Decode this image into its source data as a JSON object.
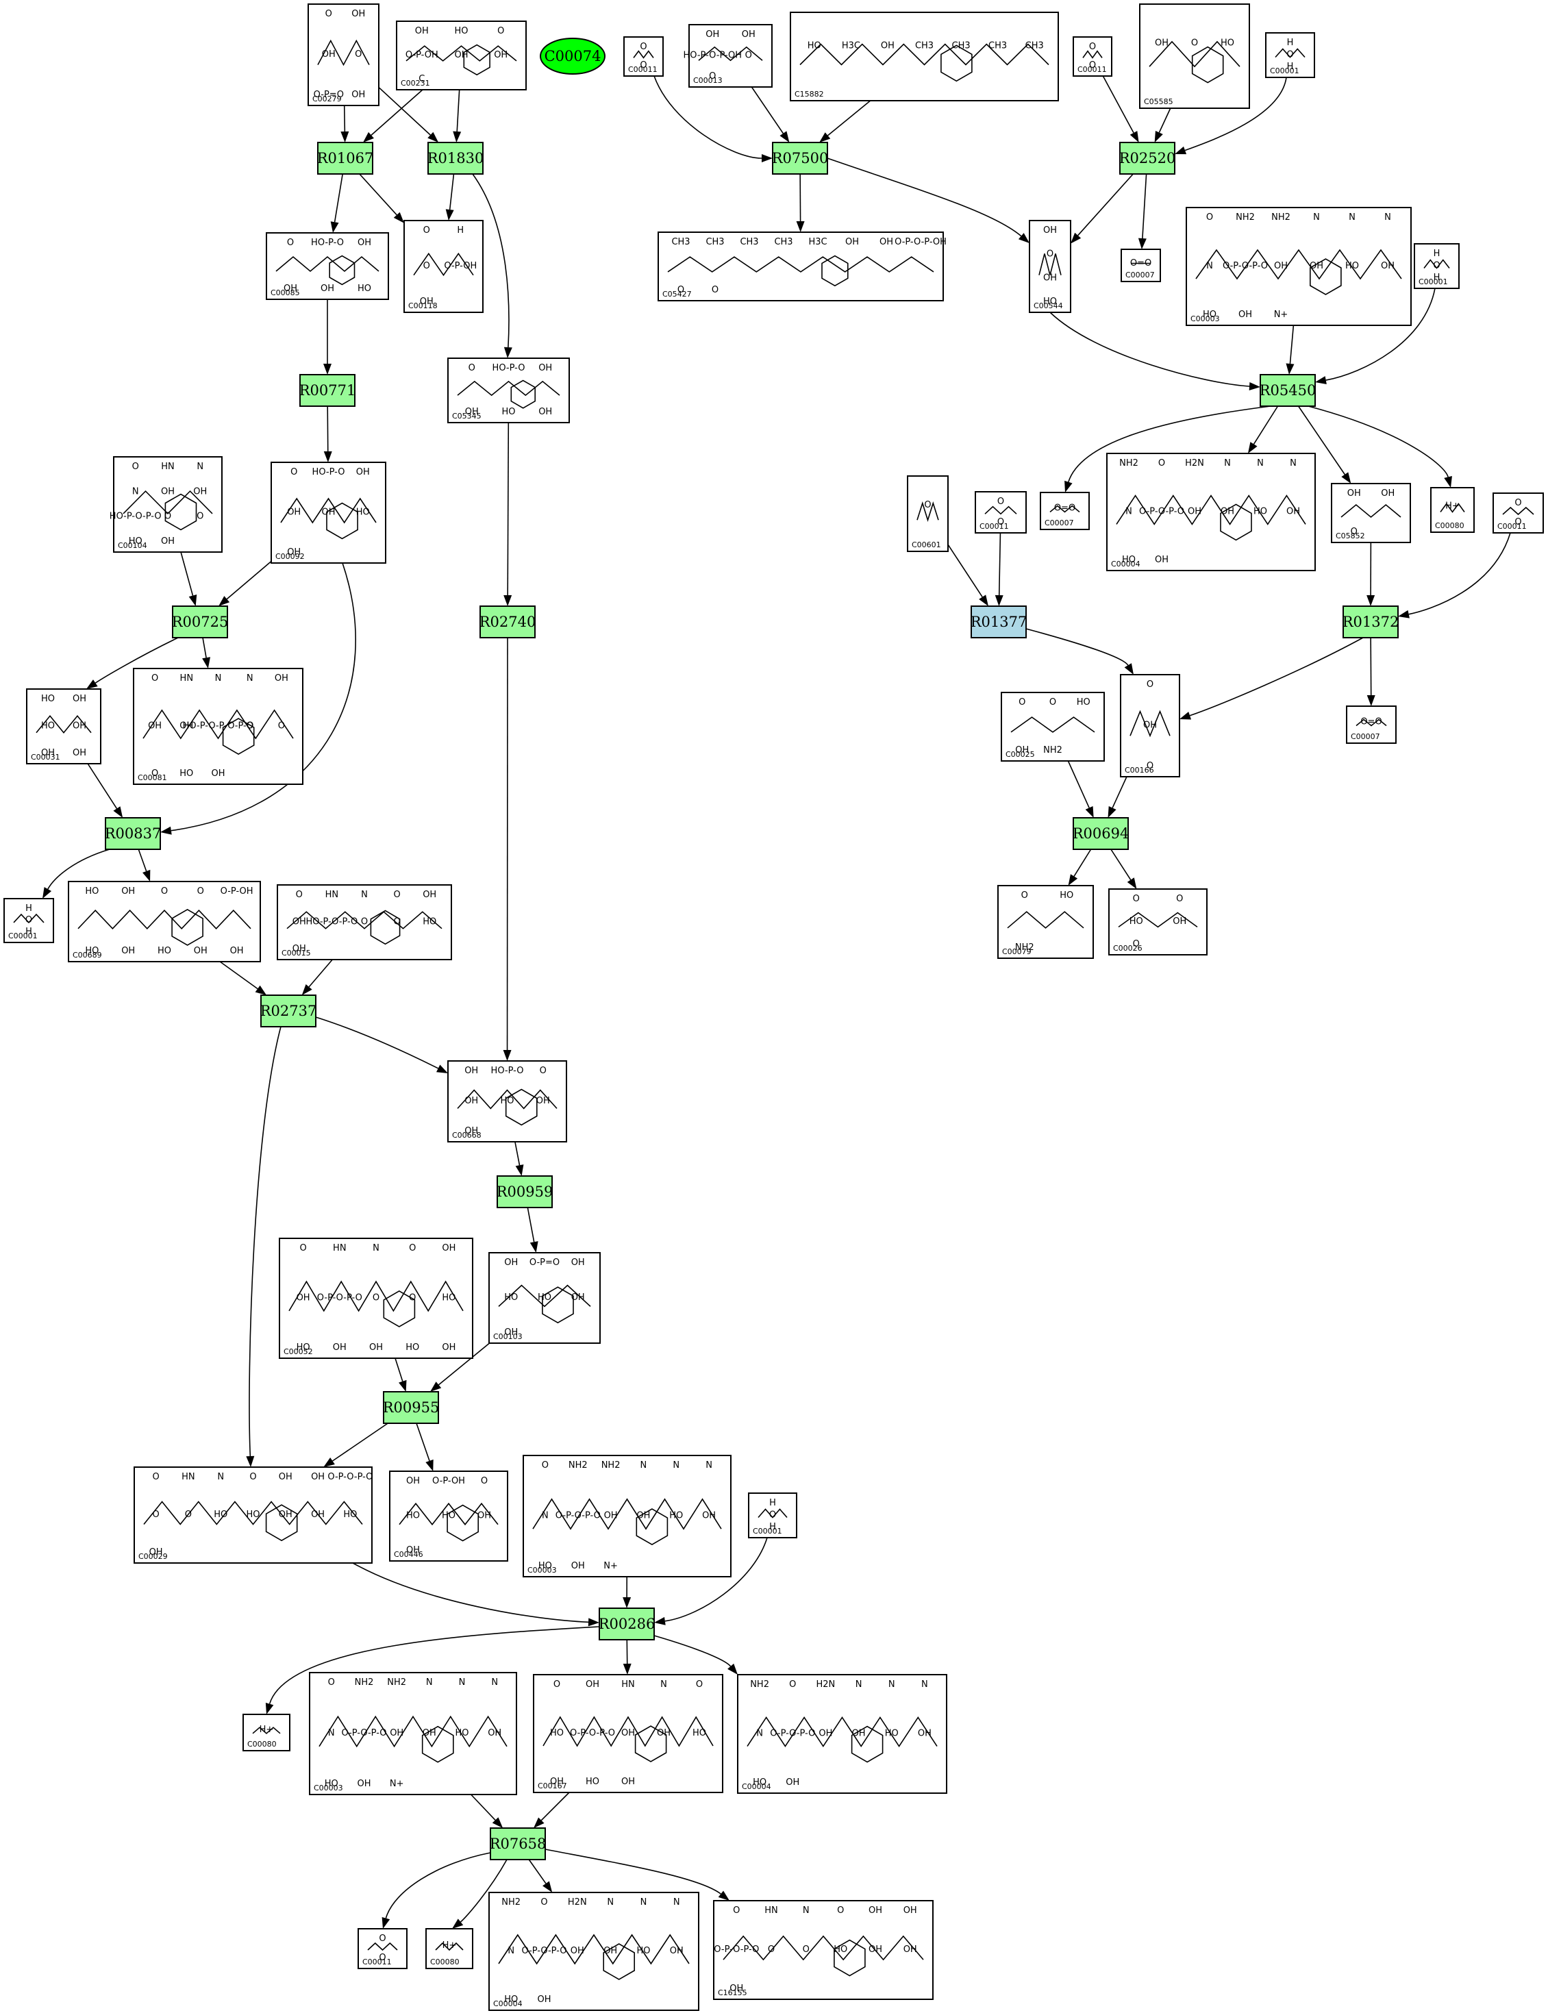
{
  "colors": {
    "reaction_fill": "#98fb98",
    "highlight_reaction_fill": "#add8e6",
    "start_compound_fill": "#00ff00",
    "border": "#000000",
    "background": "#ffffff"
  },
  "start_node": {
    "label": "C00074"
  },
  "reactions": [
    {
      "id": "r01067",
      "label": "R01067"
    },
    {
      "id": "r01830",
      "label": "R01830"
    },
    {
      "id": "r07500",
      "label": "R07500"
    },
    {
      "id": "r02520",
      "label": "R02520"
    },
    {
      "id": "r00771",
      "label": "R00771"
    },
    {
      "id": "r05450",
      "label": "R05450"
    },
    {
      "id": "r00725",
      "label": "R00725"
    },
    {
      "id": "r02740",
      "label": "R02740"
    },
    {
      "id": "r01377",
      "label": "R01377",
      "highlight": true
    },
    {
      "id": "r01372",
      "label": "R01372"
    },
    {
      "id": "r00837",
      "label": "R00837"
    },
    {
      "id": "r00694",
      "label": "R00694"
    },
    {
      "id": "r02737",
      "label": "R02737"
    },
    {
      "id": "r00959",
      "label": "R00959"
    },
    {
      "id": "r00955",
      "label": "R00955"
    },
    {
      "id": "r00286",
      "label": "R00286"
    },
    {
      "id": "r07658",
      "label": "R07658"
    }
  ],
  "compounds": [
    {
      "id": "c00279",
      "label": "C00279",
      "atoms": [
        "O",
        "OH",
        "OH",
        "O",
        "O-P=O",
        "OH"
      ]
    },
    {
      "id": "c00231",
      "label": "C00231",
      "atoms": [
        "OH",
        "HO",
        "O",
        "O-P-OH",
        "OH",
        "OH",
        "C"
      ]
    },
    {
      "id": "c00011a",
      "label": "C00011",
      "atoms": [
        "O",
        "O"
      ]
    },
    {
      "id": "c00013",
      "label": "C00013",
      "atoms": [
        "OH",
        "OH",
        "HO-P-O-P-OH",
        "O",
        "O"
      ]
    },
    {
      "id": "c15882",
      "label": "C15882",
      "atoms": [
        "HO",
        "H3C",
        "OH",
        "CH3",
        "CH3",
        "CH3",
        "CH3"
      ]
    },
    {
      "id": "c00011b",
      "label": "C00011",
      "atoms": [
        "O",
        "O"
      ]
    },
    {
      "id": "c05585",
      "label": "C05585",
      "atoms": [
        "OH",
        "O",
        "HO"
      ]
    },
    {
      "id": "c00001a",
      "label": "C00001",
      "atoms": [
        "H",
        "O",
        "H"
      ]
    },
    {
      "id": "c00085",
      "label": "C00085",
      "atoms": [
        "O",
        "HO-P-O",
        "OH",
        "OH",
        "OH",
        "HO"
      ]
    },
    {
      "id": "c00118",
      "label": "C00118",
      "atoms": [
        "O",
        "H",
        "O",
        "O-P-OH",
        "OH"
      ]
    },
    {
      "id": "c05427",
      "label": "C05427",
      "atoms": [
        "CH3",
        "CH3",
        "CH3",
        "CH3",
        "H3C",
        "OH",
        "OH",
        "O-P-O-P-OH",
        "O",
        "O"
      ]
    },
    {
      "id": "c00544",
      "label": "C00544",
      "atoms": [
        "OH",
        "O",
        "OH",
        "HO"
      ]
    },
    {
      "id": "c00007a",
      "label": "C00007",
      "atoms": [
        "O=O"
      ]
    },
    {
      "id": "c00003a",
      "label": "C00003",
      "atoms": [
        "O",
        "NH2",
        "NH2",
        "N",
        "N",
        "N",
        "N",
        "O-P-O-P-O",
        "OH",
        "OH",
        "HO",
        "OH",
        "HO",
        "OH",
        "N+"
      ]
    },
    {
      "id": "c00001b",
      "label": "C00001",
      "atoms": [
        "H",
        "O",
        "H"
      ]
    },
    {
      "id": "c05345",
      "label": "C05345",
      "atoms": [
        "O",
        "HO-P-O",
        "OH",
        "OH",
        "HO",
        "OH"
      ]
    },
    {
      "id": "c00104",
      "label": "C00104",
      "atoms": [
        "O",
        "HN",
        "N",
        "N",
        "OH",
        "OH",
        "HO-P-O-P-O",
        "O",
        "O",
        "HO",
        "OH"
      ]
    },
    {
      "id": "c00092",
      "label": "C00092",
      "atoms": [
        "O",
        "HO-P-O",
        "OH",
        "OH",
        "OH",
        "HO",
        "OH"
      ]
    },
    {
      "id": "c00601",
      "label": "C00601",
      "atoms": [
        "O"
      ]
    },
    {
      "id": "c00011c",
      "label": "C00011",
      "atoms": [
        "O",
        "O"
      ]
    },
    {
      "id": "c00007b",
      "label": "C00007",
      "atoms": [
        "O=O"
      ]
    },
    {
      "id": "c00004a",
      "label": "C00004",
      "atoms": [
        "NH2",
        "O",
        "H2N",
        "N",
        "N",
        "N",
        "N",
        "O-P-O-P-O",
        "OH",
        "OH",
        "HO",
        "OH",
        "HO",
        "OH"
      ]
    },
    {
      "id": "c05852",
      "label": "C05852",
      "atoms": [
        "OH",
        "OH",
        "O"
      ]
    },
    {
      "id": "c00080a",
      "label": "C00080",
      "atoms": [
        "H+"
      ]
    },
    {
      "id": "c00011d",
      "label": "C00011",
      "atoms": [
        "O",
        "O"
      ]
    },
    {
      "id": "c00031",
      "label": "C00031",
      "atoms": [
        "HO",
        "OH",
        "HO",
        "OH",
        "OH",
        "OH"
      ]
    },
    {
      "id": "c00081",
      "label": "C00081",
      "atoms": [
        "O",
        "HN",
        "N",
        "N",
        "OH",
        "OH",
        "OH",
        "HO-P-O-P-O-P-O",
        "O",
        "O",
        "O",
        "HO",
        "OH"
      ]
    },
    {
      "id": "c00025",
      "label": "C00025",
      "atoms": [
        "O",
        "O",
        "HO",
        "OH",
        "NH2"
      ]
    },
    {
      "id": "c00166",
      "label": "C00166",
      "atoms": [
        "O",
        "OH",
        "O"
      ]
    },
    {
      "id": "c00007c",
      "label": "C00007",
      "atoms": [
        "O=O"
      ]
    },
    {
      "id": "c00001c",
      "label": "C00001",
      "atoms": [
        "H",
        "O",
        "H"
      ]
    },
    {
      "id": "c00689",
      "label": "C00689",
      "atoms": [
        "HO",
        "OH",
        "O",
        "O",
        "O-P-OH",
        "HO",
        "OH",
        "HO",
        "OH",
        "OH"
      ]
    },
    {
      "id": "c00015",
      "label": "C00015",
      "atoms": [
        "O",
        "HN",
        "N",
        "O",
        "OH",
        "OH",
        "HO-P-O-P-O",
        "O",
        "O",
        "HO",
        "OH"
      ]
    },
    {
      "id": "c00079",
      "label": "C00079",
      "atoms": [
        "O",
        "HO",
        "NH2"
      ]
    },
    {
      "id": "c00026",
      "label": "C00026",
      "atoms": [
        "O",
        "O",
        "HO",
        "OH",
        "O"
      ]
    },
    {
      "id": "c00668",
      "label": "C00668",
      "atoms": [
        "OH",
        "HO-P-O",
        "O",
        "OH",
        "HO",
        "OH",
        "OH"
      ]
    },
    {
      "id": "c00052",
      "label": "C00052",
      "atoms": [
        "O",
        "HN",
        "N",
        "O",
        "OH",
        "OH",
        "O-P-O-P-O",
        "O",
        "O",
        "HO",
        "HO",
        "OH",
        "OH",
        "HO",
        "OH"
      ]
    },
    {
      "id": "c00103",
      "label": "C00103",
      "atoms": [
        "OH",
        "O-P=O",
        "OH",
        "HO",
        "HO",
        "OH",
        "OH"
      ]
    },
    {
      "id": "c00029",
      "label": "C00029",
      "atoms": [
        "O",
        "HN",
        "N",
        "O",
        "OH",
        "OH",
        "O-P-O-P-O",
        "O",
        "O",
        "HO",
        "HO",
        "OH",
        "OH",
        "HO",
        "OH"
      ]
    },
    {
      "id": "c00446",
      "label": "C00446",
      "atoms": [
        "OH",
        "O-P-OH",
        "O",
        "HO",
        "HO",
        "OH",
        "OH"
      ]
    },
    {
      "id": "c00003b",
      "label": "C00003",
      "atoms": [
        "O",
        "NH2",
        "NH2",
        "N",
        "N",
        "N",
        "N",
        "O-P-O-P-O",
        "OH",
        "OH",
        "HO",
        "OH",
        "HO",
        "OH",
        "N+"
      ]
    },
    {
      "id": "c00001d",
      "label": "C00001",
      "atoms": [
        "H",
        "O",
        "H"
      ]
    },
    {
      "id": "c00080b",
      "label": "C00080",
      "atoms": [
        "H+"
      ]
    },
    {
      "id": "c00003c",
      "label": "C00003",
      "atoms": [
        "O",
        "NH2",
        "NH2",
        "N",
        "N",
        "N",
        "N",
        "O-P-O-P-O",
        "OH",
        "OH",
        "HO",
        "OH",
        "HO",
        "OH",
        "N+"
      ]
    },
    {
      "id": "c00167",
      "label": "C00167",
      "atoms": [
        "O",
        "OH",
        "HN",
        "N",
        "O",
        "HO",
        "O-P-O-P-O",
        "OH",
        "OH",
        "HO",
        "OH",
        "HO",
        "OH"
      ]
    },
    {
      "id": "c00004b",
      "label": "C00004",
      "atoms": [
        "NH2",
        "O",
        "H2N",
        "N",
        "N",
        "N",
        "N",
        "O-P-O-P-O",
        "OH",
        "OH",
        "HO",
        "OH",
        "HO",
        "OH"
      ]
    },
    {
      "id": "c00011e",
      "label": "C00011",
      "atoms": [
        "O",
        "O"
      ]
    },
    {
      "id": "c00080c",
      "label": "C00080",
      "atoms": [
        "H+"
      ]
    },
    {
      "id": "c00004c",
      "label": "C00004",
      "atoms": [
        "NH2",
        "O",
        "H2N",
        "N",
        "N",
        "N",
        "N",
        "O-P-O-P-O",
        "OH",
        "OH",
        "HO",
        "OH",
        "HO",
        "OH"
      ]
    },
    {
      "id": "c16155",
      "label": "C16155",
      "atoms": [
        "O",
        "HN",
        "N",
        "O",
        "OH",
        "OH",
        "O-P-O-P-O",
        "O",
        "O",
        "HO",
        "OH",
        "OH",
        "OH"
      ]
    }
  ],
  "edges": [
    [
      "c00279",
      "r01067"
    ],
    [
      "c00279",
      "r01830"
    ],
    [
      "c00231",
      "r01067"
    ],
    [
      "c00231",
      "r01830"
    ],
    [
      "r01067",
      "c00085"
    ],
    [
      "r01067",
      "c00118"
    ],
    [
      "r01830",
      "c00118"
    ],
    [
      "r01830",
      "c05345"
    ],
    [
      "c00011a",
      "r07500"
    ],
    [
      "c00013",
      "r07500"
    ],
    [
      "c15882",
      "r07500"
    ],
    [
      "r07500",
      "c05427"
    ],
    [
      "r07500",
      "c00544"
    ],
    [
      "c00011b",
      "r02520"
    ],
    [
      "c05585",
      "r02520"
    ],
    [
      "c00001a",
      "r02520"
    ],
    [
      "r02520",
      "c00544"
    ],
    [
      "r02520",
      "c00007a"
    ],
    [
      "c00085",
      "r00771"
    ],
    [
      "r00771",
      "c00092"
    ],
    [
      "c00544",
      "r05450"
    ],
    [
      "c00003a",
      "r05450"
    ],
    [
      "c00001b",
      "r05450"
    ],
    [
      "r05450",
      "c00007b"
    ],
    [
      "r05450",
      "c00004a"
    ],
    [
      "r05450",
      "c05852"
    ],
    [
      "r05450",
      "c00080a"
    ],
    [
      "c00104",
      "r00725"
    ],
    [
      "c00092",
      "r00725"
    ],
    [
      "c00092",
      "r00837"
    ],
    [
      "r00725",
      "c00031"
    ],
    [
      "r00725",
      "c00081"
    ],
    [
      "c05345",
      "r02740"
    ],
    [
      "r02740",
      "c00668"
    ],
    [
      "c00601",
      "r01377"
    ],
    [
      "c00011c",
      "r01377"
    ],
    [
      "r01377",
      "c00166"
    ],
    [
      "c05852",
      "r01372"
    ],
    [
      "c00011d",
      "r01372"
    ],
    [
      "r01372",
      "c00166"
    ],
    [
      "r01372",
      "c00007c"
    ],
    [
      "c00031",
      "r00837"
    ],
    [
      "r00837",
      "c00001c"
    ],
    [
      "r00837",
      "c00689"
    ],
    [
      "c00025",
      "r00694"
    ],
    [
      "c00166",
      "r00694"
    ],
    [
      "r00694",
      "c00079"
    ],
    [
      "r00694",
      "c00026"
    ],
    [
      "c00689",
      "r02737"
    ],
    [
      "c00015",
      "r02737"
    ],
    [
      "r02737",
      "c00668"
    ],
    [
      "r02737",
      "c00029"
    ],
    [
      "c00668",
      "r00959"
    ],
    [
      "r00959",
      "c00103"
    ],
    [
      "c00052",
      "r00955"
    ],
    [
      "c00103",
      "r00955"
    ],
    [
      "r00955",
      "c00029"
    ],
    [
      "r00955",
      "c00446"
    ],
    [
      "c00029",
      "r00286"
    ],
    [
      "c00003b",
      "r00286"
    ],
    [
      "c00001d",
      "r00286"
    ],
    [
      "r00286",
      "c00080b"
    ],
    [
      "r00286",
      "c00167"
    ],
    [
      "r00286",
      "c00004b"
    ],
    [
      "c00003c",
      "r07658"
    ],
    [
      "c00167",
      "r07658"
    ],
    [
      "r07658",
      "c00011e"
    ],
    [
      "r07658",
      "c00080c"
    ],
    [
      "r07658",
      "c00004c"
    ],
    [
      "r07658",
      "c16155"
    ]
  ]
}
